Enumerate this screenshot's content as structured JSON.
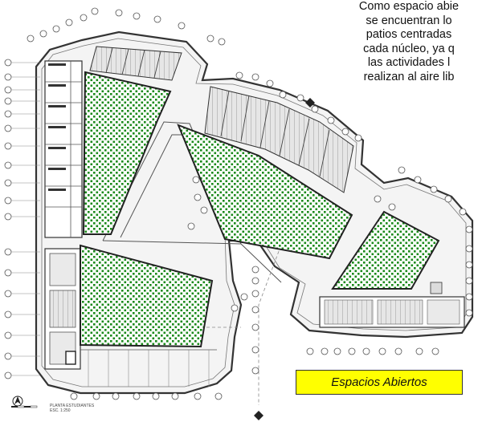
{
  "description_lines": [
    "Como espacio abie",
    "se encuentran lo",
    "patios centradas",
    "cada núcleo, ya q",
    "las actividades l",
    "realizan al aire lib"
  ],
  "legend_label": "Espacios Abiertos",
  "plan_caption": [
    "PLANTA ESTUDIANTES",
    "ESC. 1:250"
  ],
  "colors": {
    "open_space_pattern": "#1a8a1a",
    "highlight_box": "#ffff00",
    "walls": "#333333"
  },
  "icons": [
    "north-arrow-icon",
    "section-marker-icon",
    "grid-bubble-icon",
    "scale-bar-icon"
  ]
}
